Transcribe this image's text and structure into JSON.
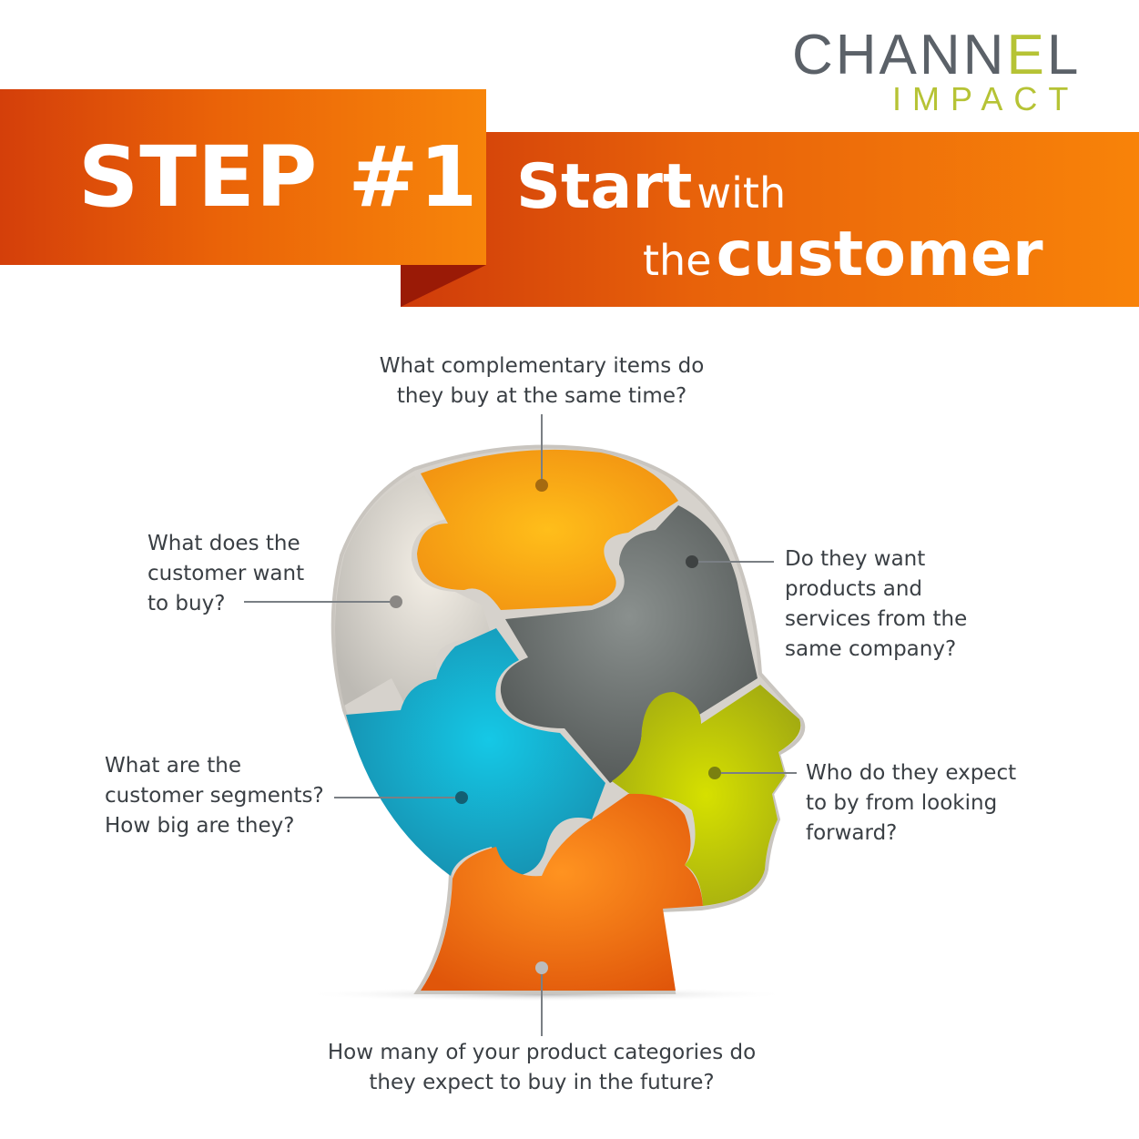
{
  "logo": {
    "brand_main": "CHANN",
    "brand_mark": "E",
    "brand_end": "L",
    "sub": "IMPACT"
  },
  "banner": {
    "step": "STEP #1",
    "line1_bold": "Start",
    "line1_light": "with",
    "line2_light": "the",
    "line2_bold": "customer"
  },
  "questions": {
    "top": [
      "What complementary items do",
      "they buy at the same time?"
    ],
    "left_upper": [
      "What does the",
      "customer want",
      "to buy?"
    ],
    "right_upper": [
      "Do they want",
      "products and",
      "services from the",
      "same company?"
    ],
    "left_lower": [
      "What are the",
      "customer segments?",
      "How big are they?"
    ],
    "right_lower": [
      "Who do they expect",
      "to by from looking",
      "forward?"
    ],
    "bottom": [
      "How many of your product categories do",
      "they expect to buy in the future?"
    ]
  },
  "colors": {
    "orange": "#f07a10",
    "yellow": "#f6a814",
    "grey_light": "#d8d5cf",
    "grey_dark": "#6b716f",
    "cyan": "#1aa8c8",
    "lime": "#c2cc12",
    "brand_grey": "#5b6168",
    "brand_lime": "#b6c335"
  }
}
